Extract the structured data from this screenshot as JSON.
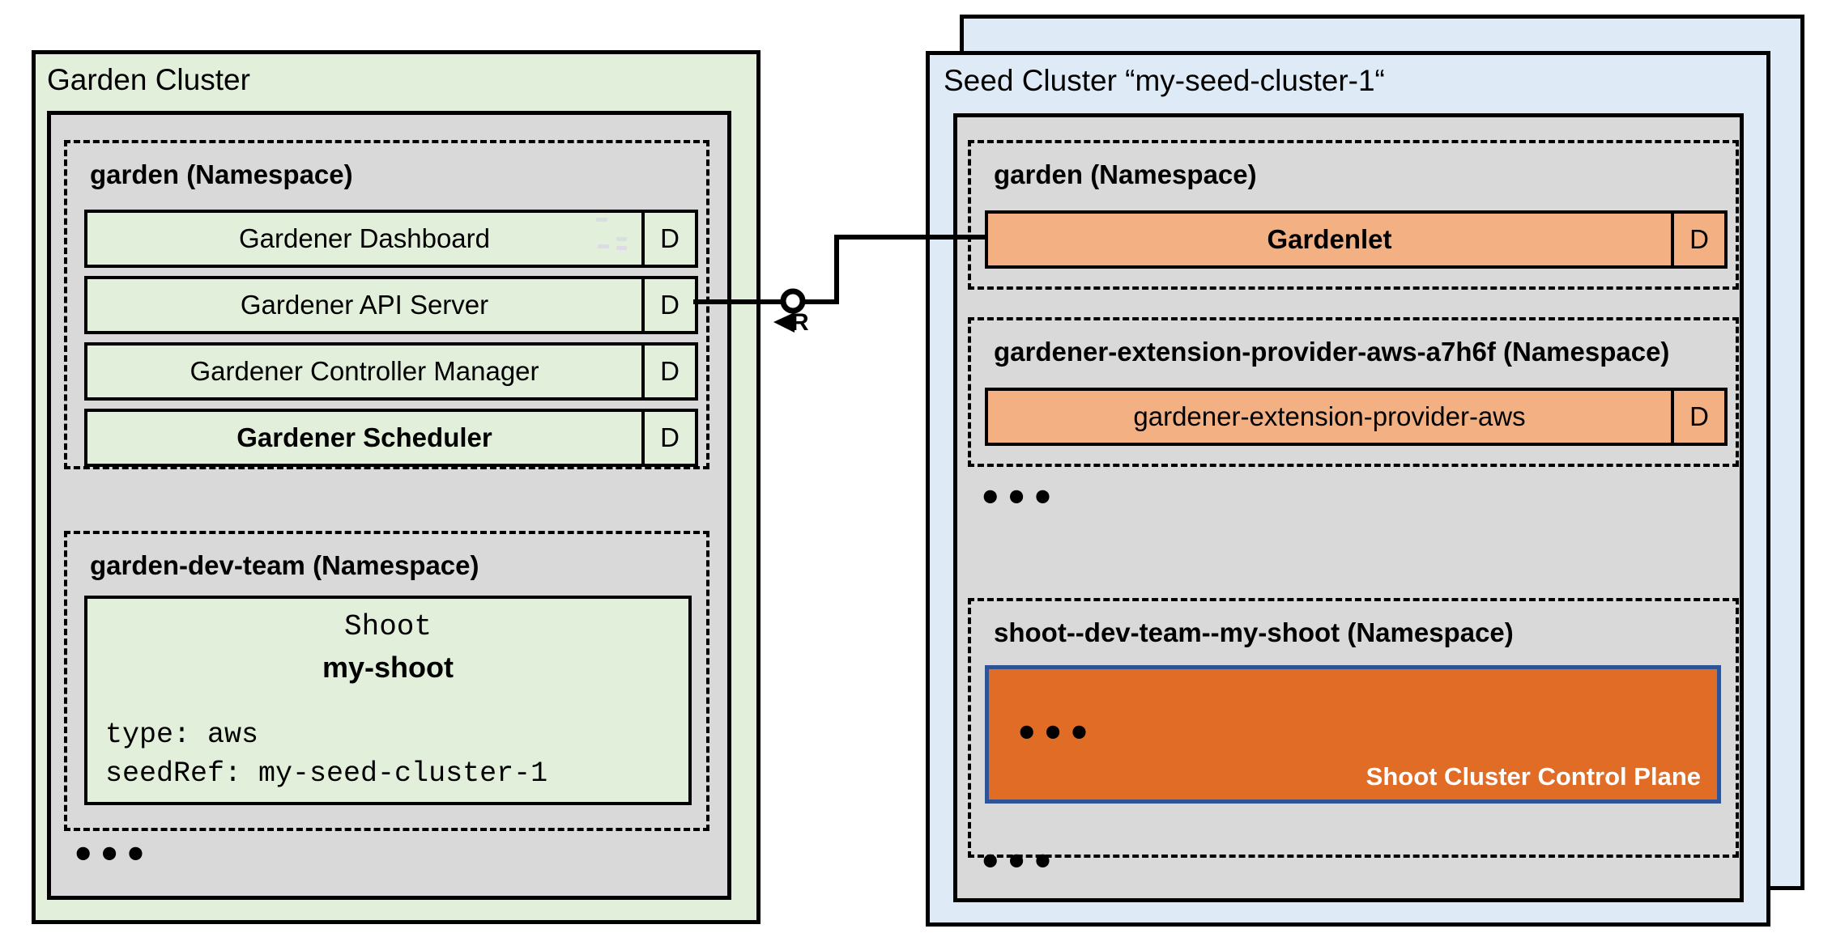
{
  "garden_cluster": {
    "title": "Garden Cluster",
    "namespace_garden": {
      "label": "garden (Namespace)",
      "rows": [
        {
          "label": "Gardener Dashboard",
          "badge": "D"
        },
        {
          "label": "Gardener API Server",
          "badge": "D"
        },
        {
          "label": "Gardener Controller Manager",
          "badge": "D"
        },
        {
          "label": "Gardener Scheduler",
          "badge": "D"
        }
      ]
    },
    "namespace_dev_team": {
      "label": "garden-dev-team (Namespace)",
      "shoot": {
        "kind": "Shoot",
        "name": "my-shoot",
        "type_line": "type: aws",
        "seedref_line": "seedRef: my-seed-cluster-1"
      }
    },
    "ellipsis": "•••"
  },
  "connector": {
    "interface_label": "R"
  },
  "seed_cluster": {
    "title": "Seed Cluster “my-seed-cluster-1“",
    "namespace_garden": {
      "label": "garden (Namespace)",
      "row": {
        "label": "Gardenlet",
        "badge": "D"
      }
    },
    "namespace_extension": {
      "label": "gardener-extension-provider-aws-a7h6f (Namespace)",
      "row": {
        "label": "gardener-extension-provider-aws",
        "badge": "D"
      }
    },
    "ellipsis_top": "•••",
    "namespace_shoot": {
      "label": "shoot--dev-team--my-shoot (Namespace)",
      "control_plane": {
        "ellipsis": "•••",
        "label": "Shoot Cluster Control Plane"
      }
    },
    "ellipsis_bottom": "•••"
  },
  "colors": {
    "garden_bg": "#E2EFDA",
    "seed_bg": "#DEEBF7",
    "panel_bg": "#D9D9D9",
    "component_orange": "#F3B083",
    "control_plane_fill": "#E06C26",
    "control_plane_border": "#2E5496",
    "line": "#000000"
  }
}
